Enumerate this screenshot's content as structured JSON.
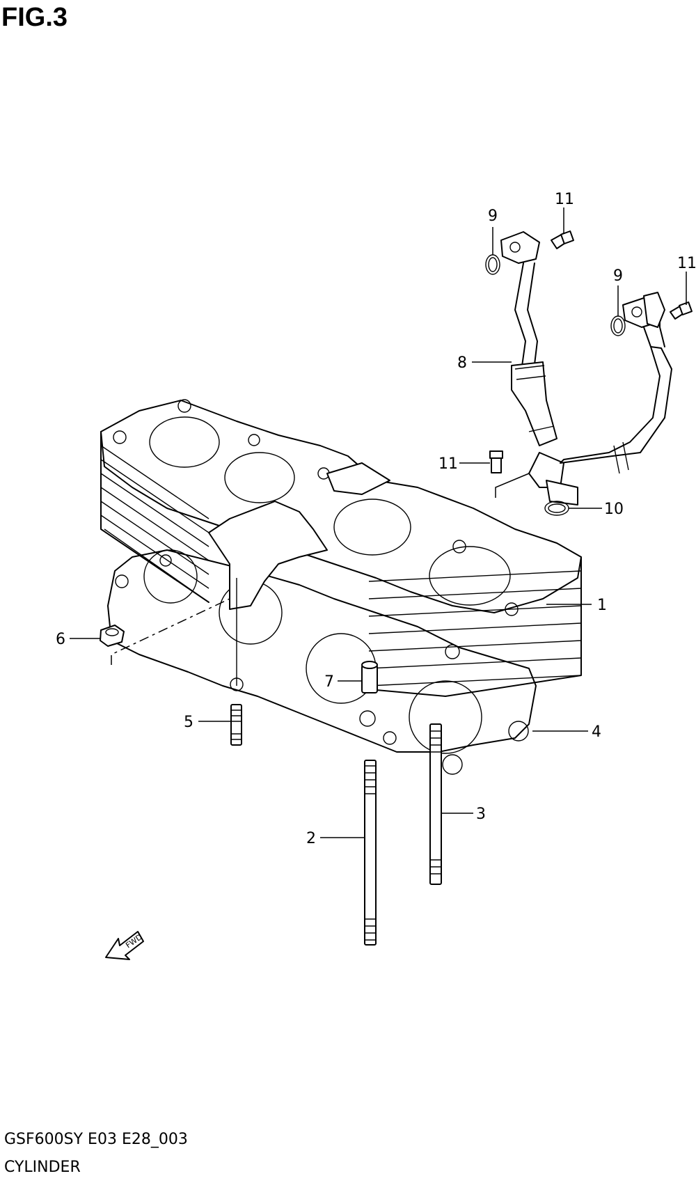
{
  "figure": {
    "title": "FIG.3",
    "model_code": "GSF600SY E03 E28_003",
    "section_name": "CYLINDER",
    "direction_marker": "FWD"
  },
  "callouts": [
    {
      "label": "1",
      "part": "cylinder"
    },
    {
      "label": "2",
      "part": "long stud bolt"
    },
    {
      "label": "3",
      "part": "stud bolt"
    },
    {
      "label": "4",
      "part": "cylinder base gasket"
    },
    {
      "label": "5",
      "part": "short stud bolt"
    },
    {
      "label": "6",
      "part": "nut"
    },
    {
      "label": "7",
      "part": "dowel pin"
    },
    {
      "label": "8",
      "part": "oil hose"
    },
    {
      "label": "9",
      "part": "o-ring"
    },
    {
      "label": "9",
      "part": "o-ring"
    },
    {
      "label": "10",
      "part": "o-ring"
    },
    {
      "label": "11",
      "part": "bolt"
    },
    {
      "label": "11",
      "part": "bolt"
    },
    {
      "label": "11",
      "part": "bolt"
    }
  ]
}
